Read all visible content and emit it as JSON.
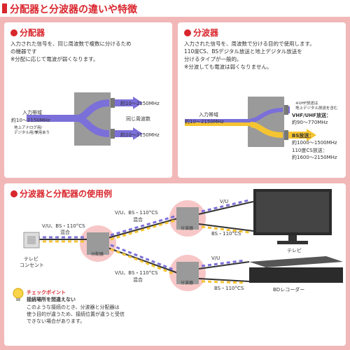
{
  "header": {
    "title": "分配器と分波器の違いや特徴"
  },
  "splitter": {
    "title": "分配器",
    "desc": [
      "入力された信号を、同じ周波数で複数に分けるため",
      "の機器です",
      "※分配に応じて電波が弱くなります。"
    ],
    "input_band": "入力帯域",
    "input_range": "約10～2150MHz",
    "input_sub": [
      "地上アナログ用/",
      "デジタル用/兼用あり"
    ],
    "out1": "約10～2150MHz",
    "same_freq": "同じ周波数",
    "out2": "約10～2150MHz"
  },
  "diplexer": {
    "title": "分波器",
    "desc": [
      "入力された信号を、周波数で分ける目的で使用します。",
      "110度CS、BSデジタル放送と地上デジタル放送を",
      "分けるタイプが一般的。",
      "※分波しても電波は弱くなりません。"
    ],
    "input_band": "入力帯域",
    "input_range": "約10～2150MHz",
    "note_small": [
      "※UHF放送は",
      "地上デジタル放送を含む"
    ],
    "vu_label": "VHF/UHF放送：",
    "vu_range": "約90～770MHz",
    "bs_label": "BS放送：",
    "bs_range": "約1000～1500MHz",
    "cs_label": "110度CS放送：",
    "cs_range": "約1600～2150MHz"
  },
  "usage": {
    "title": "分波器と分配器の使用例",
    "mix_label_left": [
      "V/U、BS・110°CS",
      "混合"
    ],
    "mix_label_top": [
      "V/U、BS・110°CS",
      "混合"
    ],
    "mix_label_bottom": [
      "V/U、BS・110°CS",
      "混合"
    ],
    "outlet_label": [
      "テレビ",
      "コンセント"
    ],
    "splitter_box": "分配器",
    "diplexer_box_1": "分波器",
    "diplexer_box_2": "分波器",
    "top_vu": "V/U",
    "top_bs": "BS・110°CS",
    "bot_vu": "V/U",
    "bot_bs": "BS・110°CS",
    "tv_label": "テレビ",
    "recorder_label": "BDレコーダー",
    "checkpoint": {
      "title": "チェックポイント",
      "subtitle": "接続場所を間違えない",
      "body": [
        "このような接続のとき、分波器と分配器は",
        "使う目的が違うため、接続位置が違うと受信",
        "できない場合があります。"
      ]
    }
  },
  "colors": {
    "accent": "#d9262d",
    "background": "#f2b8b8",
    "purple": "#7b6fd9",
    "yellow": "#f5c431",
    "box": "#9a9a9a"
  }
}
